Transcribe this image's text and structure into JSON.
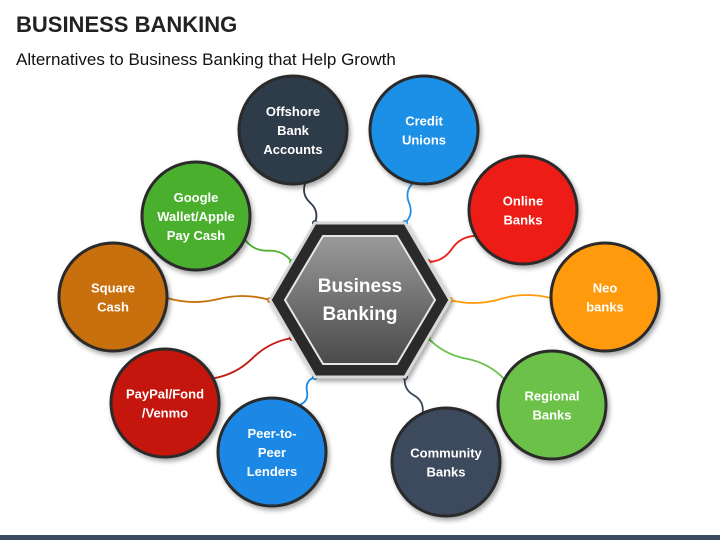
{
  "title": "BUSINESS BANKING",
  "subtitle": "Alternatives to Business Banking that Help Growth",
  "hub": {
    "lines": [
      "Business",
      "Banking"
    ]
  },
  "nodes": [
    {
      "lines": [
        "Offshore",
        "Bank",
        "Accounts"
      ],
      "color": "#2f3a4a"
    },
    {
      "lines": [
        "Credit",
        "Unions"
      ],
      "color": "#1e8fe6"
    },
    {
      "lines": [
        "Online",
        "Banks"
      ],
      "color": "#ee1c14"
    },
    {
      "lines": [
        "Neo",
        "banks"
      ],
      "color": "#ff9a0a"
    },
    {
      "lines": [
        "Regional",
        "Banks"
      ],
      "color": "#6cc24a"
    },
    {
      "lines": [
        "Community",
        "Banks"
      ],
      "color": "#3d4a5c"
    },
    {
      "lines": [
        "Peer-to-",
        "Peer",
        "Lenders"
      ],
      "color": "#1e88e5"
    },
    {
      "lines": [
        "PayPal/Fond",
        "/Venmo"
      ],
      "color": "#c4190f"
    },
    {
      "lines": [
        "Square",
        "Cash"
      ],
      "color": "#c8700a"
    },
    {
      "lines": [
        "Google",
        "Wallet/Apple",
        "Pay Cash"
      ],
      "color": "#4caf2f"
    }
  ],
  "colors": {
    "hub_outer": "#2b2b2b",
    "hub_inner": "#6e6e6e",
    "bottom_bar": "#3b4a5e"
  }
}
